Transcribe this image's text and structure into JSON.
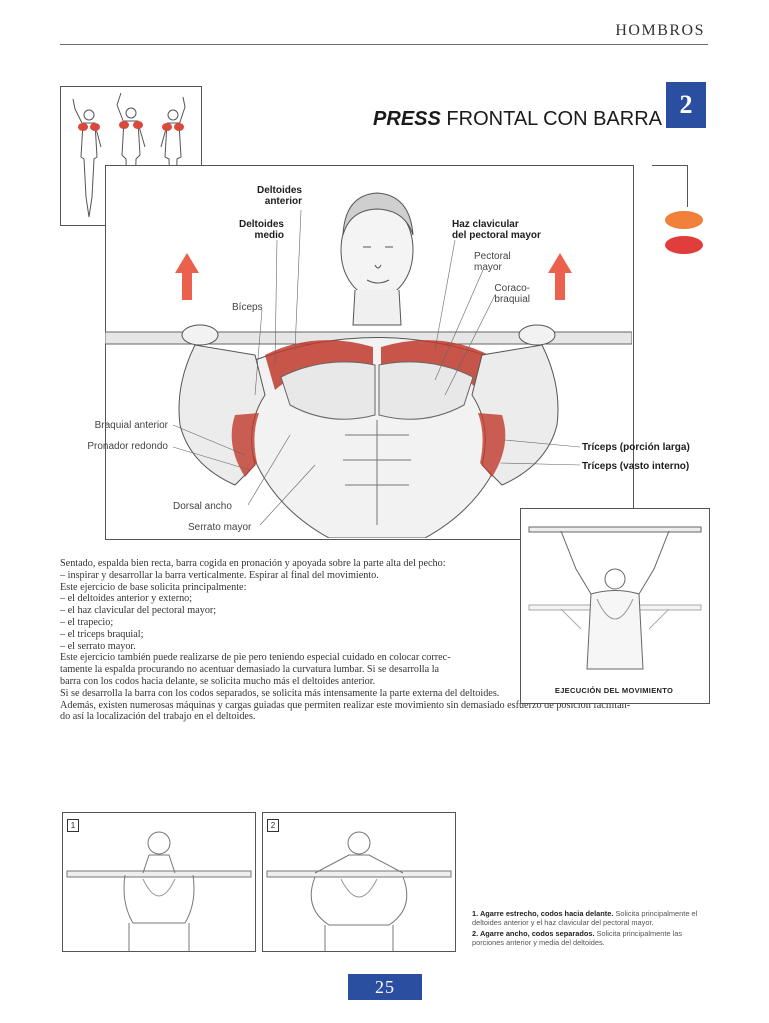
{
  "header": {
    "section": "HOMBROS"
  },
  "exercise": {
    "number": "2",
    "title_italic": "PRESS",
    "title_rest": "FRONTAL CON BARRA"
  },
  "labels": {
    "deltoides_anterior_1": "Deltoides",
    "deltoides_anterior_2": "anterior",
    "deltoides_medio_1": "Deltoides",
    "deltoides_medio_2": "medio",
    "biceps": "Bíceps",
    "haz_clavicular_1": "Haz clavicular",
    "haz_clavicular_2": "del pectoral mayor",
    "pectoral_mayor_1": "Pectoral",
    "pectoral_mayor_2": "mayor",
    "coraco_1": "Coraco-",
    "coraco_2": "braquial",
    "braquial_anterior": "Braquial anterior",
    "pronador_redondo": "Pronador redondo",
    "triceps_larga": "Tríceps (porción larga)",
    "triceps_vasto": "Tríceps (vasto interno)",
    "dorsal_ancho": "Dorsal ancho",
    "serrato_mayor": "Serrato mayor"
  },
  "body": {
    "p1": "Sentado, espalda bien recta, barra cogida en pronación y apoyada sobre la parte alta del pecho:",
    "p2": "– inspirar y desarrollar la barra verticalmente. Espirar al final del movimiento.",
    "p3": "Este ejercicio de base solicita principalmente:",
    "p4": "– el deltoides anterior y externo;",
    "p5": "– el haz clavicular del pectoral mayor;",
    "p6": "– el trapecio;",
    "p7": "– el tríceps braquial;",
    "p8": "– el serrato mayor.",
    "p9": "Este ejercicio también puede realizarse de pie pero teniendo especial cuidado en colocar correc-",
    "p10": "tamente la espalda procurando no acentuar demasiado la curvatura lumbar. Si se desarrolla la",
    "p11": "barra con los codos hacia delante, se solicita mucho más el deltoides anterior.",
    "p12": "Si se desarrolla la barra con los codos separados, se solicita más intensamente la parte externa del deltoides.",
    "p13": "Además, existen numerosas máquinas y cargas guiadas que permiten realizar este movimiento sin demasiado esfuerzo de posición facilitan-",
    "p14": "do así la localización del trabajo en el deltoides."
  },
  "execution": {
    "caption": "EJECUCIÓN DEL MOVIMIENTO"
  },
  "variations": {
    "v1_num": "1",
    "v2_num": "2",
    "note1_bold": "1. Agarre estrecho, codos hacia delante.",
    "note1_rest": " Solicita principalmente el deltoides anterior y el haz clavicular del pectoral mayor.",
    "note2_bold": "2. Agarre ancho, codos separados.",
    "note2_rest": " Solicita principalmente las porciones anterior y media del deltoides."
  },
  "page_number": "25",
  "colors": {
    "accent_blue": "#2a4ea0",
    "muscle_red": "#c0392b",
    "arrow_red": "#e8452e",
    "dot_orange": "#f0803a",
    "dot_red": "#e23d3d"
  }
}
